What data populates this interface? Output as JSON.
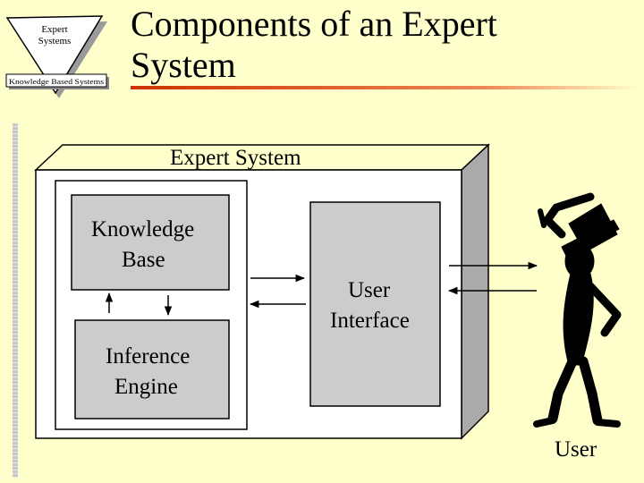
{
  "logo": {
    "top_text": [
      "Expert",
      "Systems"
    ],
    "banner_text": "Knowledge Based Systems"
  },
  "slide": {
    "title_lines": [
      "Components of an Expert",
      "System"
    ]
  },
  "diagram": {
    "system_label": "Expert System",
    "knowledge_base_lines": [
      "Knowledge",
      "Base"
    ],
    "inference_engine_lines": [
      "Inference",
      "Engine"
    ],
    "user_interface_lines": [
      "User",
      "Interface"
    ],
    "user_label": "User"
  },
  "colors": {
    "background": "#ffffcc",
    "box_fill": "#cccccc",
    "shadow_fill": "#aaaaaa",
    "underline": "#cc3300"
  }
}
